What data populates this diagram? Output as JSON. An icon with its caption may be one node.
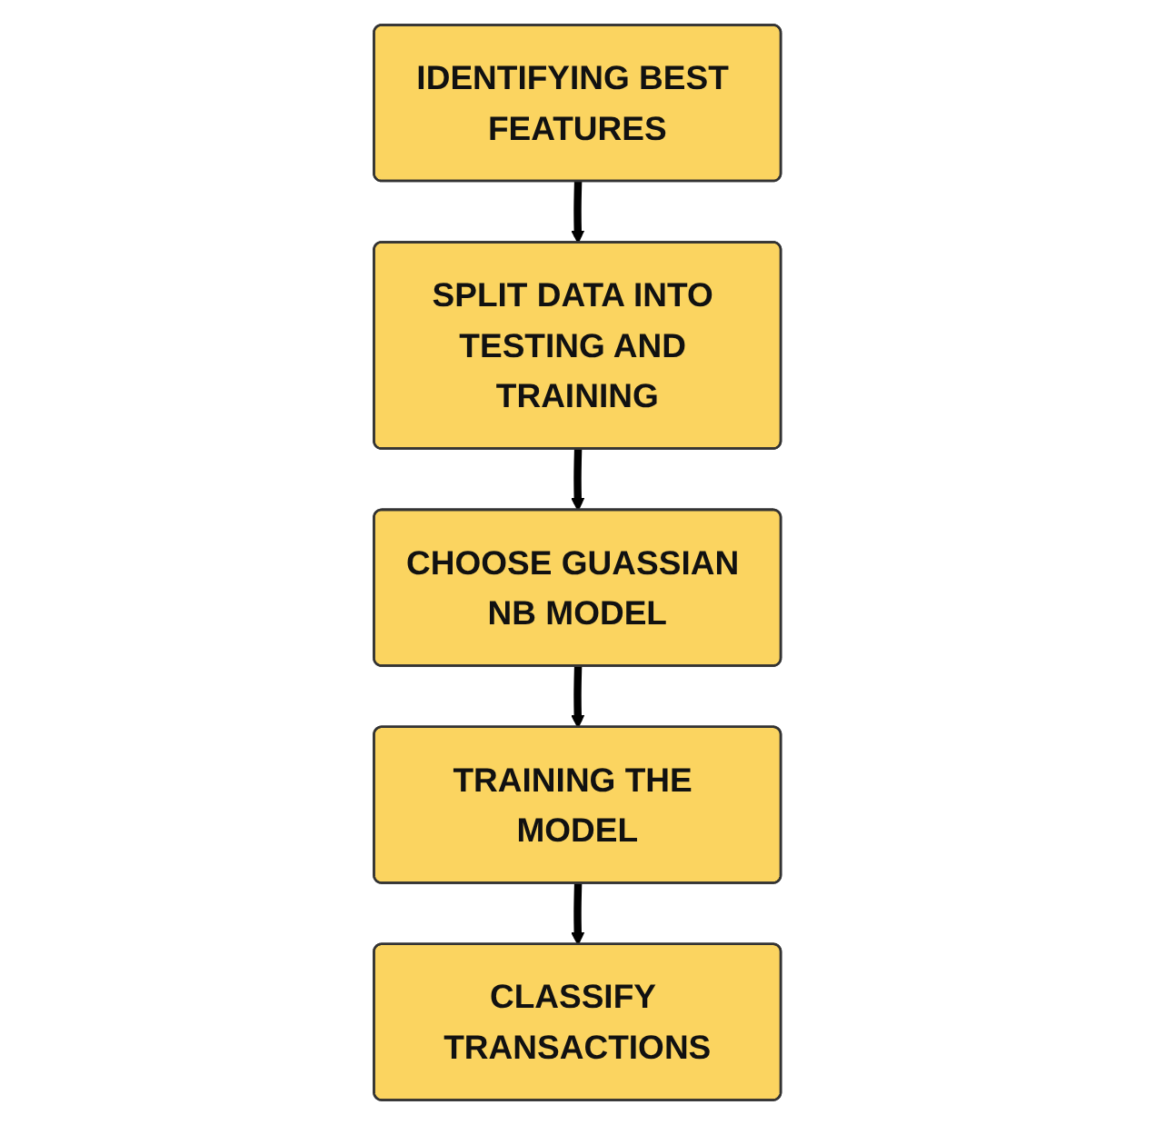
{
  "diagram": {
    "nodes": [
      {
        "text": [
          "IDENTIFYING BEST FEATURES"
        ]
      },
      {
        "text": [
          "SPLIT DATA INTO TESTING AND TRAINING"
        ]
      },
      {
        "text": [
          "CHOOSE GUASSIAN NB MODEL"
        ]
      },
      {
        "text": [
          "TRAINING THE MODEL"
        ]
      },
      {
        "text": [
          "CLASSIFY TRANSACTIONS"
        ]
      }
    ],
    "edges": [
      {
        "from": 0,
        "to": 1,
        "arrow": "to"
      },
      {
        "from": 1,
        "to": 2,
        "arrow": "to"
      },
      {
        "from": 2,
        "to": 3,
        "arrow": "to"
      },
      {
        "from": 3,
        "to": 4,
        "arrow": "to"
      }
    ]
  }
}
